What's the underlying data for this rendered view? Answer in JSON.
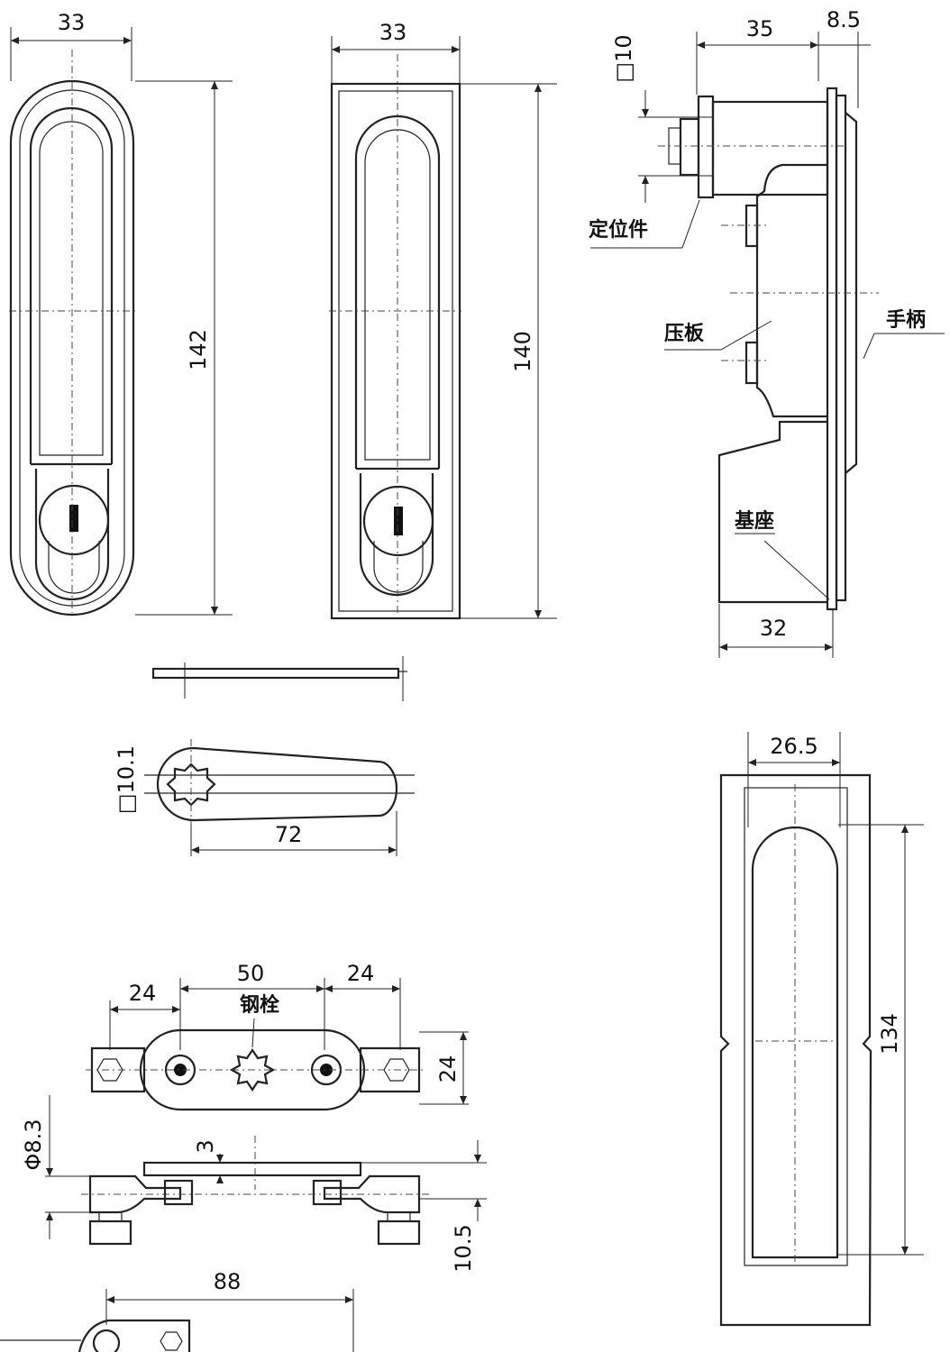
{
  "dimensions": {
    "front_width_1": "33",
    "front_width_2": "33",
    "front_height_1": "142",
    "front_height_2": "140",
    "side_width": "35",
    "side_flange": "8.5",
    "side_square": "□10",
    "side_base": "32",
    "handle_square": "□10.1",
    "handle_length": "72",
    "cutout_width": "26.5",
    "cutout_height": "134",
    "rod_left": "24",
    "rod_mid": "50",
    "rod_right": "24",
    "rod_height": "24",
    "rod_dia": "Φ8.3",
    "rod_thickness": "3",
    "rod_offset": "10.5",
    "rod_spacing": "88"
  },
  "labels": {
    "locator": "定位件",
    "pressure_plate": "压板",
    "handle": "手柄",
    "base": "基座",
    "steel_bolt": "钢栓"
  }
}
